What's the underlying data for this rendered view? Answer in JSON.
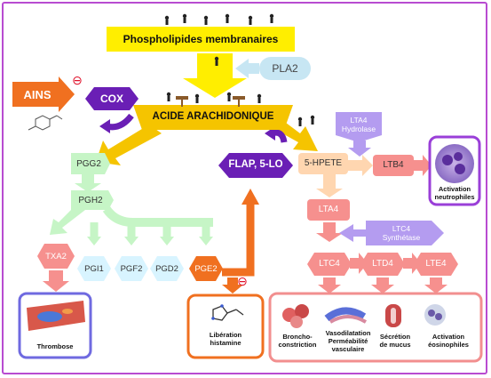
{
  "header": {
    "title": "Phospholipides membranaires"
  },
  "enzymes": {
    "pla2": "PLA2",
    "lta4_hydrolase": [
      "LTA4",
      "Hydrolase"
    ],
    "ltc4_synthetase": [
      "LTC4",
      "Synthétase"
    ]
  },
  "inhibitors": {
    "ains": "AINS",
    "cox": "COX"
  },
  "central": {
    "acide": "ACIDE ARACHIDONIQUE",
    "flap": "FLAP, 5-LO"
  },
  "cox_path": {
    "pgg2": "PGG2",
    "pgh2": "PGH2",
    "txa2": "TXA2",
    "pgi1": "PGI1",
    "pgf2": "PGF2",
    "pgd2": "PGD2",
    "pge2": "PGE2"
  },
  "lox_path": {
    "hpete": "5-HPETE",
    "ltb4": "LTB4",
    "lta4": "LTA4",
    "ltc4": "LTC4",
    "ltd4": "LTD4",
    "lte4": "LTE4"
  },
  "effects": {
    "thrombose": "Thrombose",
    "histamine": [
      "Libération",
      "histamine"
    ],
    "neutrophiles": [
      "Activation",
      "neutrophiles"
    ],
    "broncho": [
      "Broncho-",
      "constriction"
    ],
    "vaso": [
      "Vasodilatation",
      "Perméabilité",
      "vasculaire"
    ],
    "mucus": [
      "Sécrétion",
      "de mucus"
    ],
    "eosino": [
      "Activation",
      "éosinophiles"
    ]
  },
  "symbols": {
    "minus": "⊖"
  },
  "colors": {
    "yellow": "#ffee00",
    "purple": "#6a1fb5",
    "orange": "#f07020",
    "green": "#c6f5c6",
    "lavender": "#b49cf0",
    "cyan": "#d8f4ff",
    "salmon": "#f6908e",
    "peach": "#ffd6b0",
    "gold": "#f5c400",
    "pink_box": "#f28f8f",
    "blue_box": "#6f6ae0",
    "violet_box": "#9a3fd8"
  }
}
